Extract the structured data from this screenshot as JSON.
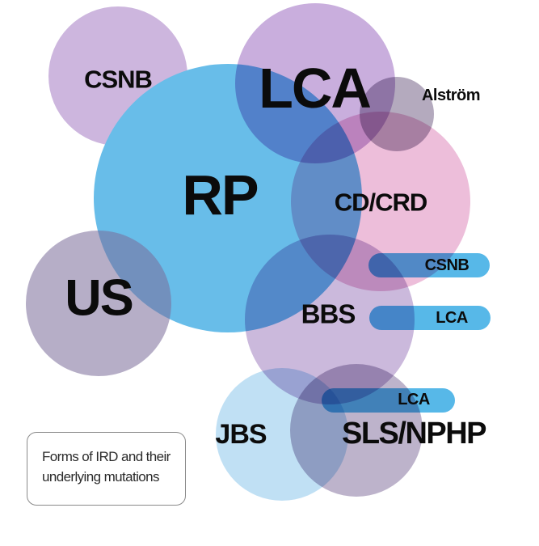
{
  "figure": {
    "caption": {
      "line1": "Forms of IRD and their",
      "line2": "underlying mutations"
    },
    "circles": [
      {
        "id": "csnb",
        "label": "CSNB",
        "color": "#cdb6de"
      },
      {
        "id": "rp",
        "label": "RP",
        "color": "#68bde9"
      },
      {
        "id": "lca",
        "label": "LCA",
        "color": "#c9aedd"
      },
      {
        "id": "alstrom",
        "label": "Alström",
        "color": "#b4aabe"
      },
      {
        "id": "cdcrd",
        "label": "CD/CRD",
        "color": "#edbeda"
      },
      {
        "id": "us",
        "label": "US",
        "color": "rgba(122,108,153,0.55)"
      },
      {
        "id": "bbs",
        "label": "BBS",
        "color": "#cbb9dc"
      },
      {
        "id": "jbs",
        "label": "JBS",
        "color": "#c0e0f4"
      },
      {
        "id": "sls",
        "label": "SLS/NPHP",
        "color": "#bdb3cb"
      }
    ],
    "pills": [
      {
        "id": "pill-csnb",
        "label": "CSNB",
        "color": "#57b8e8"
      },
      {
        "id": "pill-lca-1",
        "label": "LCA",
        "color": "#57b8e8"
      },
      {
        "id": "pill-lca-2",
        "label": "LCA",
        "color": "#57b8e8"
      }
    ]
  }
}
